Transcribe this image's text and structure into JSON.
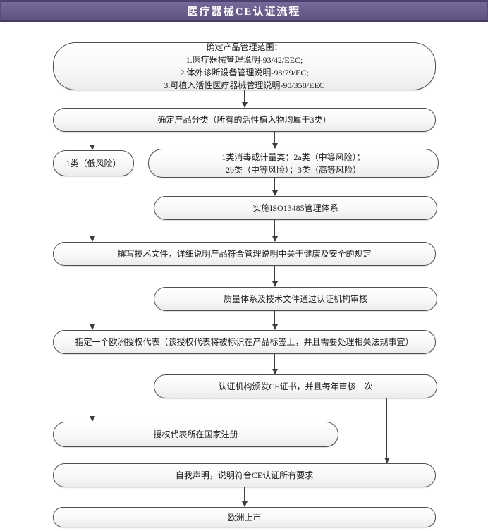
{
  "title": "医疗器械CE认证流程",
  "colors": {
    "header_bg": "#6c5f90",
    "header_border": "#443a63",
    "box_border": "#4f4f4f",
    "box_fill": "#f5f5f5",
    "arrow": "#3d3d3d",
    "title_text": "#ffffff"
  },
  "nodes": {
    "scope": {
      "line1": "确定产品管理范围：",
      "line2": "1.医疗器械管理说明-93/42/EEC;",
      "line3": "2.体外诊断设备管理说明-98/79/EC;",
      "line4": "3.可植入活性医疗器械管理说明-90/358/EEC"
    },
    "classify": {
      "label": "确定产品分类（所有的活性植入物均属于3类）"
    },
    "class1": {
      "label": "1类（低风险）"
    },
    "class2": {
      "line1": "1类消毒或计量类；2a类（中等风险）；",
      "line2": "2b类（中等风险）；3类（高等风险）"
    },
    "iso": {
      "label": "实施ISO13485管理体系"
    },
    "techfile": {
      "label": "撰写技术文件，详细说明产品符合管理说明中关于健康及安全的规定"
    },
    "audit": {
      "label": "质量体系及技术文件通过认证机构审核"
    },
    "rep": {
      "label": "指定一个欧洲授权代表（该授权代表将被标识在产品标签上，并且需要处理相关法规事宜）"
    },
    "cert": {
      "label": "认证机构颁发CE证书，并且每年审核一次"
    },
    "register": {
      "label": "授权代表所在国家注册"
    },
    "declare": {
      "label": "自我声明，说明符合CE认证所有要求"
    },
    "market": {
      "label": "欧洲上市"
    }
  },
  "edges": [
    {
      "from": "scope",
      "to": "classify"
    },
    {
      "from": "classify",
      "to": "class1"
    },
    {
      "from": "classify",
      "to": "class2"
    },
    {
      "from": "class2",
      "to": "iso"
    },
    {
      "from": "class1",
      "to": "techfile"
    },
    {
      "from": "iso",
      "to": "techfile"
    },
    {
      "from": "techfile",
      "to": "audit"
    },
    {
      "from": "techfile",
      "to": "rep"
    },
    {
      "from": "audit",
      "to": "rep"
    },
    {
      "from": "rep",
      "to": "cert"
    },
    {
      "from": "rep",
      "to": "register"
    },
    {
      "from": "cert",
      "to": "declare"
    },
    {
      "from": "declare",
      "to": "market"
    }
  ]
}
